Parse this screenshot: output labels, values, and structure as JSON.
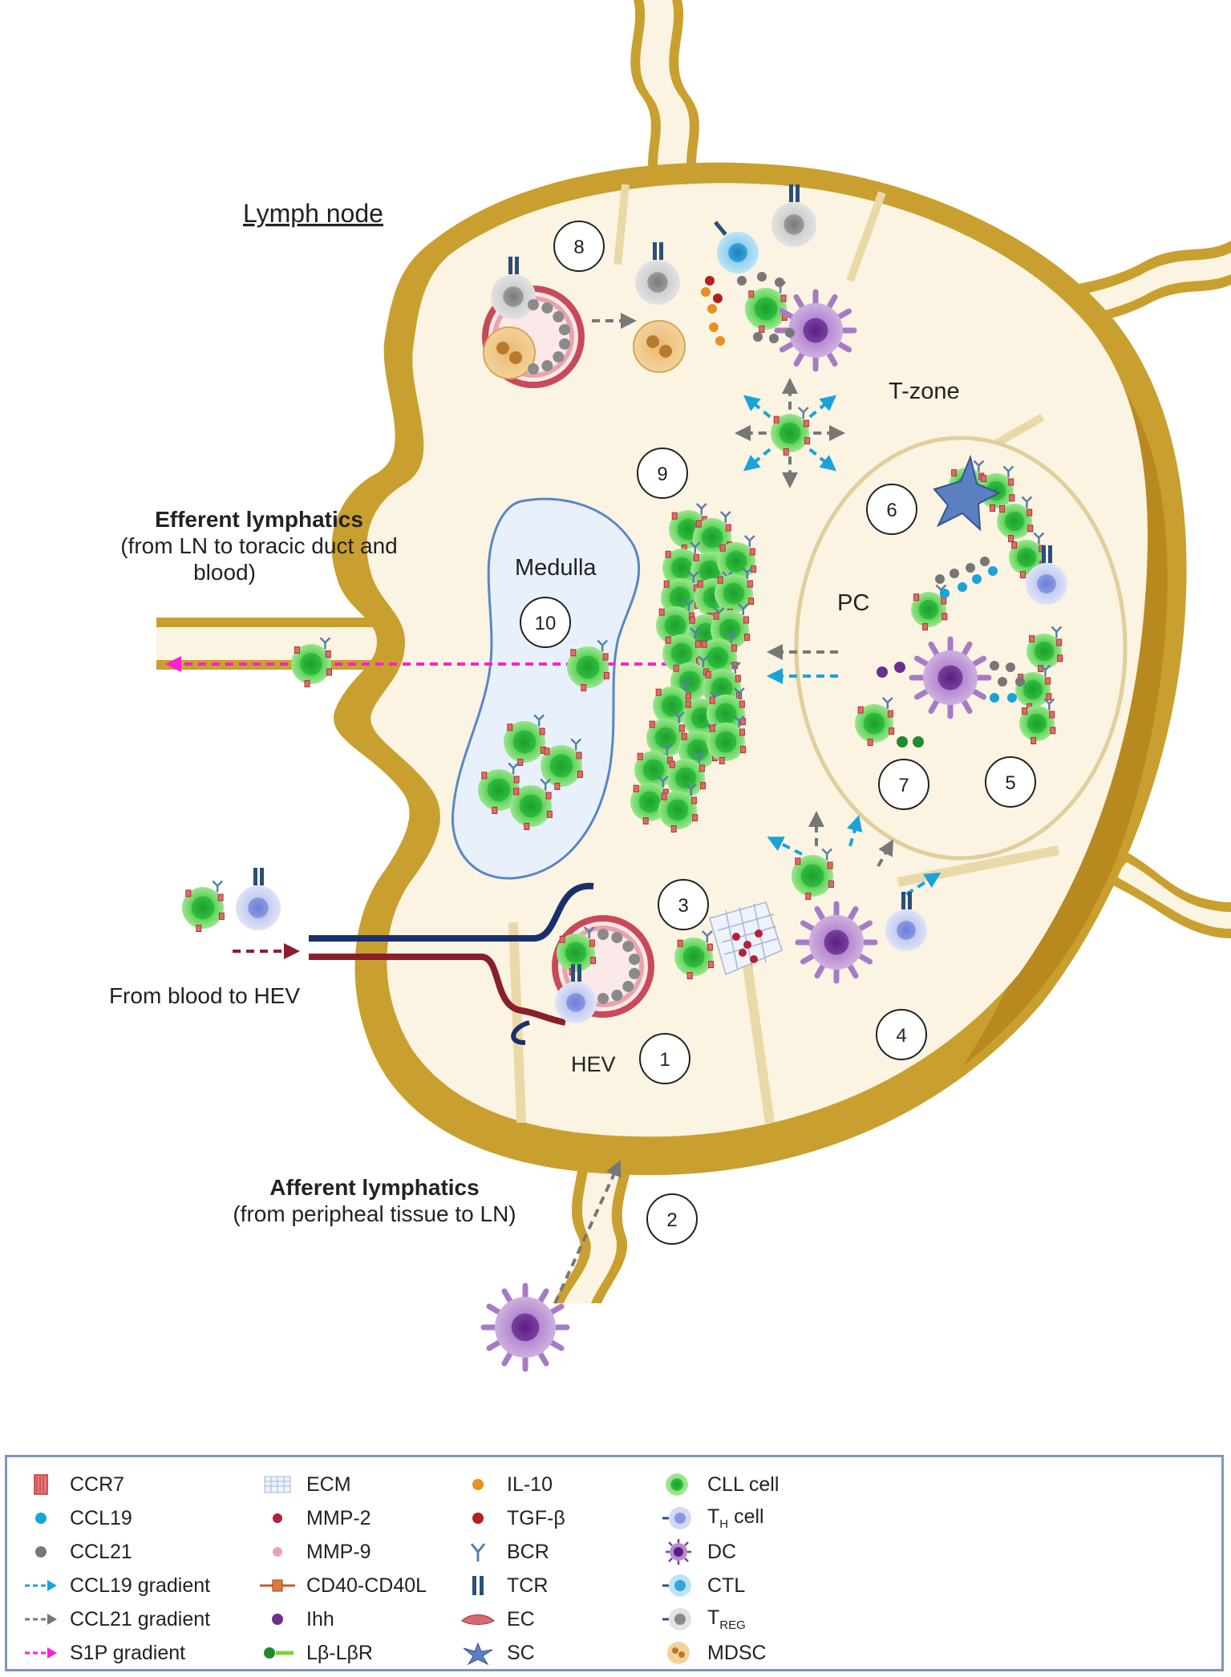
{
  "labels": {
    "title": "Lymph node",
    "t_zone": "T-zone",
    "pc": "PC",
    "medulla": "Medulla",
    "hev": "HEV",
    "efferent_title": "Efferent lymphatics",
    "efferent_sub_1": "(from LN to toracic duct and",
    "efferent_sub_2": "blood)",
    "afferent_title": "Afferent lymphatics",
    "afferent_sub": "(from peripheal tissue to LN)",
    "from_blood": "From blood to HEV"
  },
  "steps": [
    "1",
    "2",
    "3",
    "4",
    "5",
    "6",
    "7",
    "8",
    "9",
    "10"
  ],
  "legend": {
    "col1": [
      "CCR7",
      "CCL19",
      "CCL21",
      "CCL19 gradient",
      "CCL21 gradient",
      "S1P gradient"
    ],
    "col2": [
      "ECM",
      "MMP-2",
      "MMP-9",
      "CD40-CD40L",
      "Ihh",
      "Lβ-LβR"
    ],
    "col3": [
      "IL-10",
      "TGF-β",
      "BCR",
      "TCR",
      "EC",
      "SC"
    ],
    "col4": [
      {
        "main": "CLL cell",
        "sub": ""
      },
      {
        "main": "T",
        "sub": "H",
        "rest": " cell"
      },
      {
        "main": "DC",
        "sub": ""
      },
      {
        "main": "CTL",
        "sub": ""
      },
      {
        "main": "T",
        "sub": "REG",
        "rest": ""
      },
      {
        "main": "MDSC",
        "sub": ""
      }
    ]
  },
  "colors": {
    "capsule": "#c9a02f",
    "capsule_dark": "#b8891f",
    "interior": "#fbf4e2",
    "medulla": "#e8f1fb",
    "medulla_border": "#5a86c5",
    "cll": "#2fbf3f",
    "cll_outer": "#7ddc73",
    "th": "#8f9fe0",
    "dc": "#7b3fa0",
    "ccl19": "#1aa3d9",
    "ccl21": "#777777",
    "s1p": "#ff1fd0",
    "blood_red": "#8b1e2d",
    "blood_blue": "#1b2f6e"
  }
}
